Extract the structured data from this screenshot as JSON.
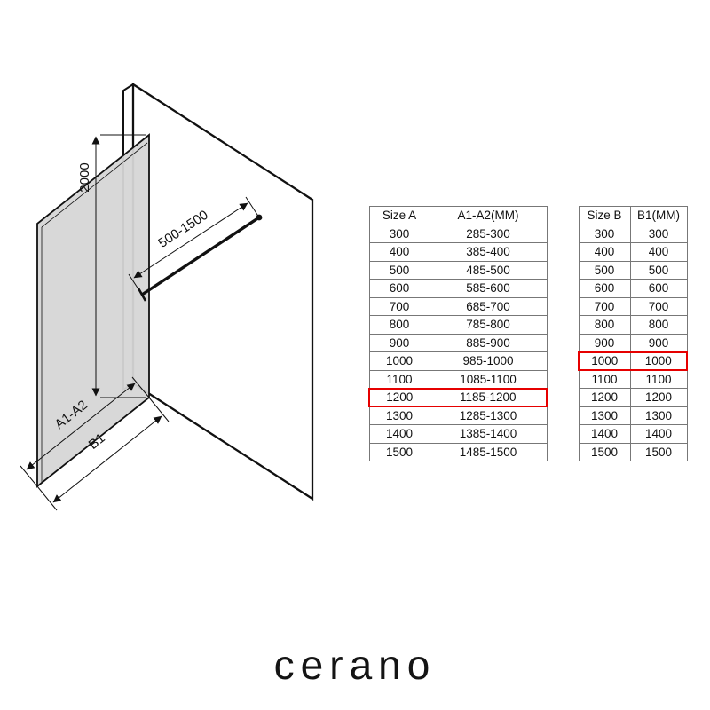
{
  "highlight_color": "#e60000",
  "diagram": {
    "labels": {
      "height": "2000",
      "bar_range": "500-1500",
      "glass_range": "A1-A2",
      "width": "B1"
    },
    "parts": {
      "wall": "wall-panel",
      "glass": "glass-panel",
      "bar": "stabilizer-bar"
    }
  },
  "table_a": {
    "headers": [
      "Size  A",
      "A1-A2(MM)"
    ],
    "rows": [
      [
        "300",
        "285-300"
      ],
      [
        "400",
        "385-400"
      ],
      [
        "500",
        "485-500"
      ],
      [
        "600",
        "585-600"
      ],
      [
        "700",
        "685-700"
      ],
      [
        "800",
        "785-800"
      ],
      [
        "900",
        "885-900"
      ],
      [
        "1000",
        "985-1000"
      ],
      [
        "1100",
        "1085-1100"
      ],
      [
        "1200",
        "1185-1200"
      ],
      [
        "1300",
        "1285-1300"
      ],
      [
        "1400",
        "1385-1400"
      ],
      [
        "1500",
        "1485-1500"
      ]
    ],
    "highlighted_row_index": 9
  },
  "table_b": {
    "headers": [
      "Size  B",
      "B1(MM)"
    ],
    "rows": [
      [
        "300",
        "300"
      ],
      [
        "400",
        "400"
      ],
      [
        "500",
        "500"
      ],
      [
        "600",
        "600"
      ],
      [
        "700",
        "700"
      ],
      [
        "800",
        "800"
      ],
      [
        "900",
        "900"
      ],
      [
        "1000",
        "1000"
      ],
      [
        "1100",
        "1100"
      ],
      [
        "1200",
        "1200"
      ],
      [
        "1300",
        "1300"
      ],
      [
        "1400",
        "1400"
      ],
      [
        "1500",
        "1500"
      ]
    ],
    "highlighted_row_index": 7
  },
  "brand": {
    "logo_text": "cerano"
  }
}
